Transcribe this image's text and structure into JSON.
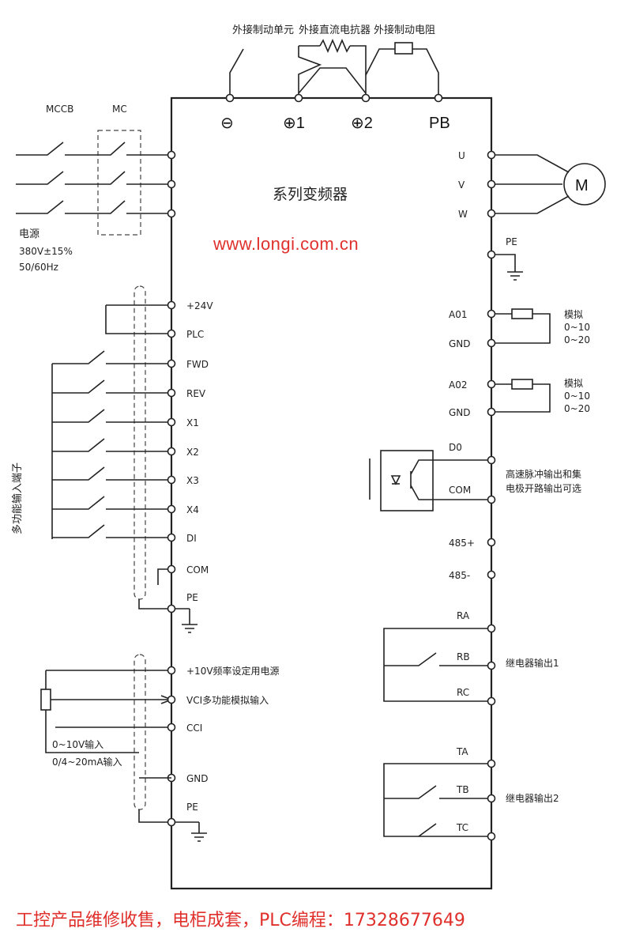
{
  "title": "系列变频器",
  "url": "www.longi.com.cn",
  "footer": "工控产品维修收售，电柜成套，PLC编程：17328677649",
  "colors": {
    "accent_red": "#e0302c",
    "line": "#222222"
  },
  "top": {
    "labels": {
      "brake_unit": "外接制动单元",
      "dc_reactor": "外接直流电抗器",
      "brake_resistor": "外接制动电阻"
    },
    "terminals": {
      "minus": "⊖",
      "p1": "⊕1",
      "p2": "⊕2",
      "pb": "PB"
    }
  },
  "power_in": {
    "mccb": "MCCB",
    "mc": "MC",
    "source": "电源",
    "voltage": "380V±15%",
    "freq": "50/60Hz"
  },
  "motor": {
    "u": "U",
    "v": "V",
    "w": "W",
    "pe": "PE",
    "motor_label": "M"
  },
  "left_terminals": {
    "p24v": "+24V",
    "plc": "PLC",
    "fwd": "FWD",
    "rev": "REV",
    "x1": "X1",
    "x2": "X2",
    "x3": "X3",
    "x4": "X4",
    "di": "DI",
    "com": "COM",
    "pe": "PE",
    "p10v": "+10V频率设定用电源",
    "vci": "VCI多功能模拟输入",
    "cci": "CCI",
    "gnd": "GND",
    "pe2": "PE"
  },
  "analog_input_note": {
    "line1": "0~10V输入",
    "line2": "0/4~20mA输入"
  },
  "multi_input_side": "多功能输入端子",
  "right_terminals": {
    "a01": "A01",
    "gnd1": "GND",
    "a02": "A02",
    "gnd2": "GND",
    "d0": "D0",
    "com": "COM",
    "rs485p": "485+",
    "rs485m": "485-",
    "ra": "RA",
    "rb": "RB",
    "rc": "RC",
    "ta": "TA",
    "tb": "TB",
    "tc": "TC"
  },
  "right_notes": {
    "analog_out1": {
      "l1": "模拟",
      "l2": "0~10",
      "l3": "0~20"
    },
    "analog_out2": {
      "l1": "模拟",
      "l2": "0~10",
      "l3": "0~20"
    },
    "pulse_out": {
      "l1": "高速脉冲输出和集",
      "l2": "电极开路输出可选"
    },
    "relay1": "继电器输出1",
    "relay2": "继电器输出2"
  }
}
